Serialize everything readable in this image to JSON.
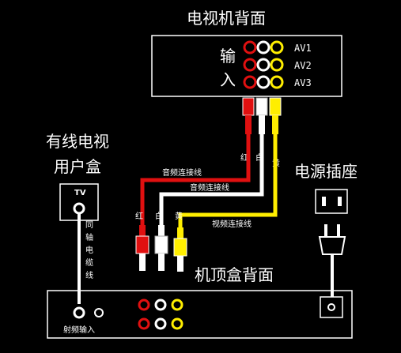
{
  "tv": {
    "title": "电视机背面",
    "input_label_top": "输",
    "input_label_bottom": "入",
    "rows": [
      "AV1",
      "AV2",
      "AV3"
    ]
  },
  "cable_box": {
    "title_line1": "有线电视",
    "title_line2": "用户盒",
    "port": "TV",
    "coax_label": "同轴电缆线"
  },
  "power": {
    "title": "电源插座"
  },
  "stb": {
    "title": "机顶盒背面",
    "rf_label": "射频输入"
  },
  "cables": {
    "audio1": "音频连接线",
    "audio2": "音频连接线",
    "video": "视频连接线",
    "top_colors": [
      "红",
      "白",
      "黄"
    ],
    "bottom_colors": [
      "红",
      "白",
      "黄"
    ]
  },
  "colors": {
    "red": "#e01010",
    "white": "#ffffff",
    "yellow": "#ffee00",
    "panel": "#000000"
  }
}
